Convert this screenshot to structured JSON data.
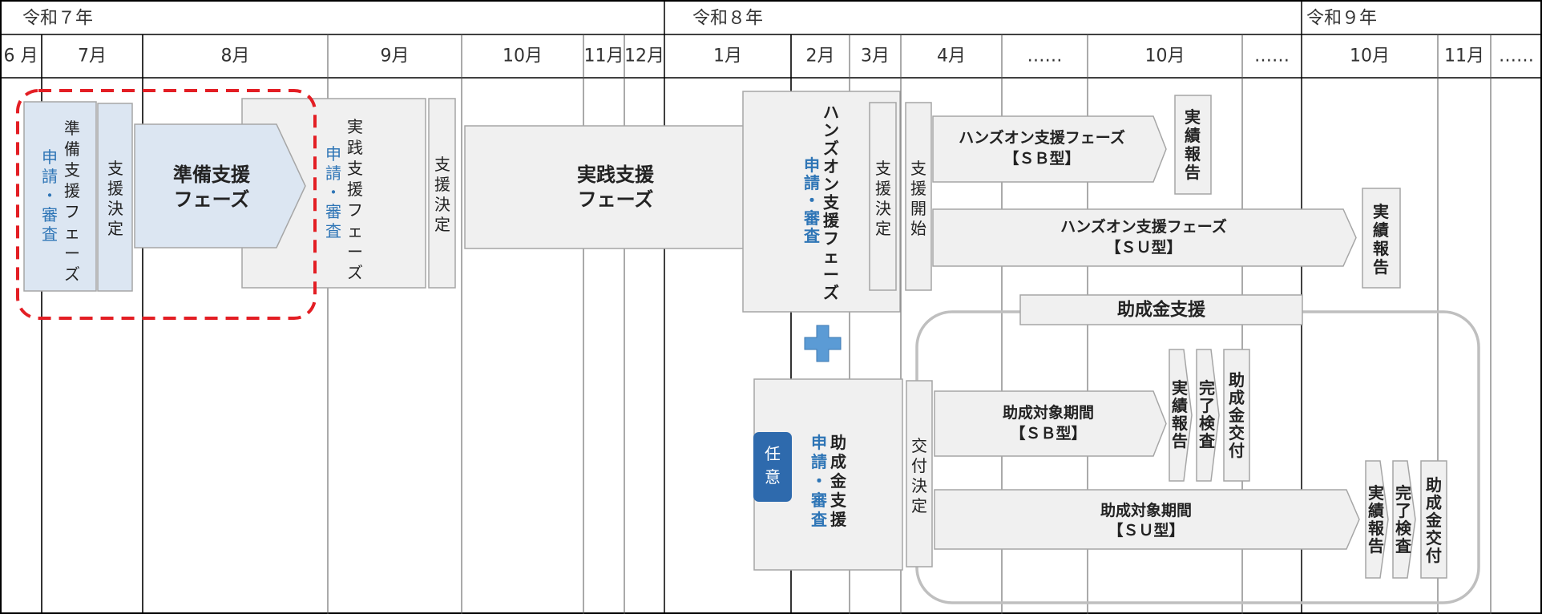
{
  "years": [
    "令和７年",
    "令和８年",
    "令和９年"
  ],
  "months": [
    "6 月",
    "7月",
    "8月",
    "9月",
    "10月",
    "11月",
    "12月",
    "1月",
    "2月",
    "3月",
    "4月",
    "……",
    "10月",
    "……",
    "10月",
    "11月",
    "……"
  ],
  "left": {
    "prep_apply": [
      "準",
      "備",
      "支",
      "援",
      "フ",
      "ェ",
      "ー",
      "ズ"
    ],
    "shinsei_shinsa": [
      "申",
      "請",
      "・",
      "審",
      "査"
    ],
    "decision": [
      "支",
      "援",
      "決",
      "定"
    ],
    "prep_phase": [
      "準備支援",
      "フェーズ"
    ],
    "practice_apply": [
      "実",
      "践",
      "支",
      "援",
      "フ",
      "ェ",
      "ー",
      "ズ"
    ],
    "decision2": [
      "支",
      "援",
      "決",
      "定"
    ],
    "practice_phase": [
      "実践支援",
      "フェーズ"
    ]
  },
  "handson": {
    "apply": [
      "ハ",
      "ン",
      "ズ",
      "オ",
      "ン",
      "支",
      "援",
      "フ",
      "ェ",
      "ー",
      "ズ"
    ],
    "decision": [
      "支",
      "援",
      "決",
      "定"
    ],
    "start": [
      "支",
      "援",
      "開",
      "始"
    ],
    "sb_phase": [
      "ハンズオン支援フェーズ",
      "【ＳＢ型】"
    ],
    "su_phase": [
      "ハンズオン支援フェーズ",
      "【ＳＵ型】"
    ],
    "report": [
      "実",
      "績",
      "報",
      "告"
    ]
  },
  "subsidy": {
    "title": "助成金支援",
    "optional": [
      "任",
      "意"
    ],
    "apply": [
      "助",
      "成",
      "金",
      "支",
      "援"
    ],
    "grant": [
      "交",
      "付",
      "決",
      "定"
    ],
    "sb_period": [
      "助成対象期間",
      "【ＳＢ型】"
    ],
    "su_period": [
      "助成対象期間",
      "【ＳＵ型】"
    ],
    "report": [
      "実",
      "績",
      "報",
      "告"
    ],
    "inspection": [
      "完",
      "了",
      "検",
      "査"
    ],
    "payment": [
      "助",
      "成",
      "金",
      "交",
      "付"
    ]
  },
  "colors": {
    "grid": "#000000",
    "box_gray": "#f0f0f0",
    "box_border": "#a6a6a6",
    "prep_blue": "#dce6f2",
    "text_blue": "#2e75b6",
    "red_dash": "#e31e24",
    "badge_blue": "#2e6aad",
    "plus": "#5b9bd5"
  }
}
